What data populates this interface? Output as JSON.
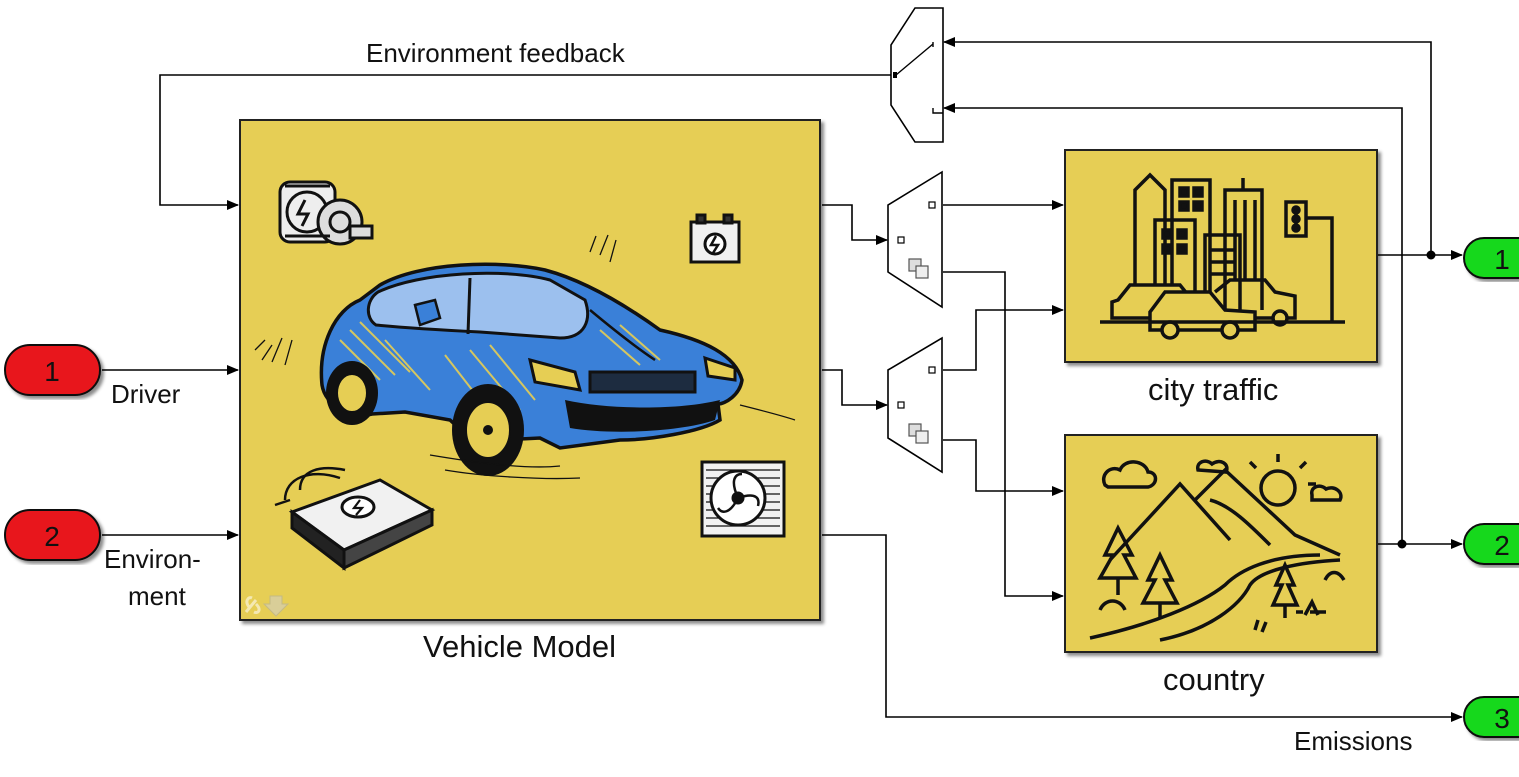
{
  "feedback_label": "Environment feedback",
  "inports": [
    {
      "number": "1",
      "label": "Driver"
    },
    {
      "number": "2",
      "label_line1": "Environ-",
      "label_line2": "ment"
    }
  ],
  "outports": [
    {
      "number": "1"
    },
    {
      "number": "2"
    },
    {
      "number": "3",
      "label": "Emissions"
    }
  ],
  "blocks": {
    "vehicle": {
      "label": "Vehicle Model"
    },
    "city": {
      "label": "city traffic"
    },
    "country": {
      "label": "country"
    }
  },
  "colors": {
    "block_fill": "#e6ce54",
    "inport_fill": "#e8161c",
    "outport_fill": "#18d81e",
    "car_blue": "#3a80d8",
    "line": "#000000"
  }
}
